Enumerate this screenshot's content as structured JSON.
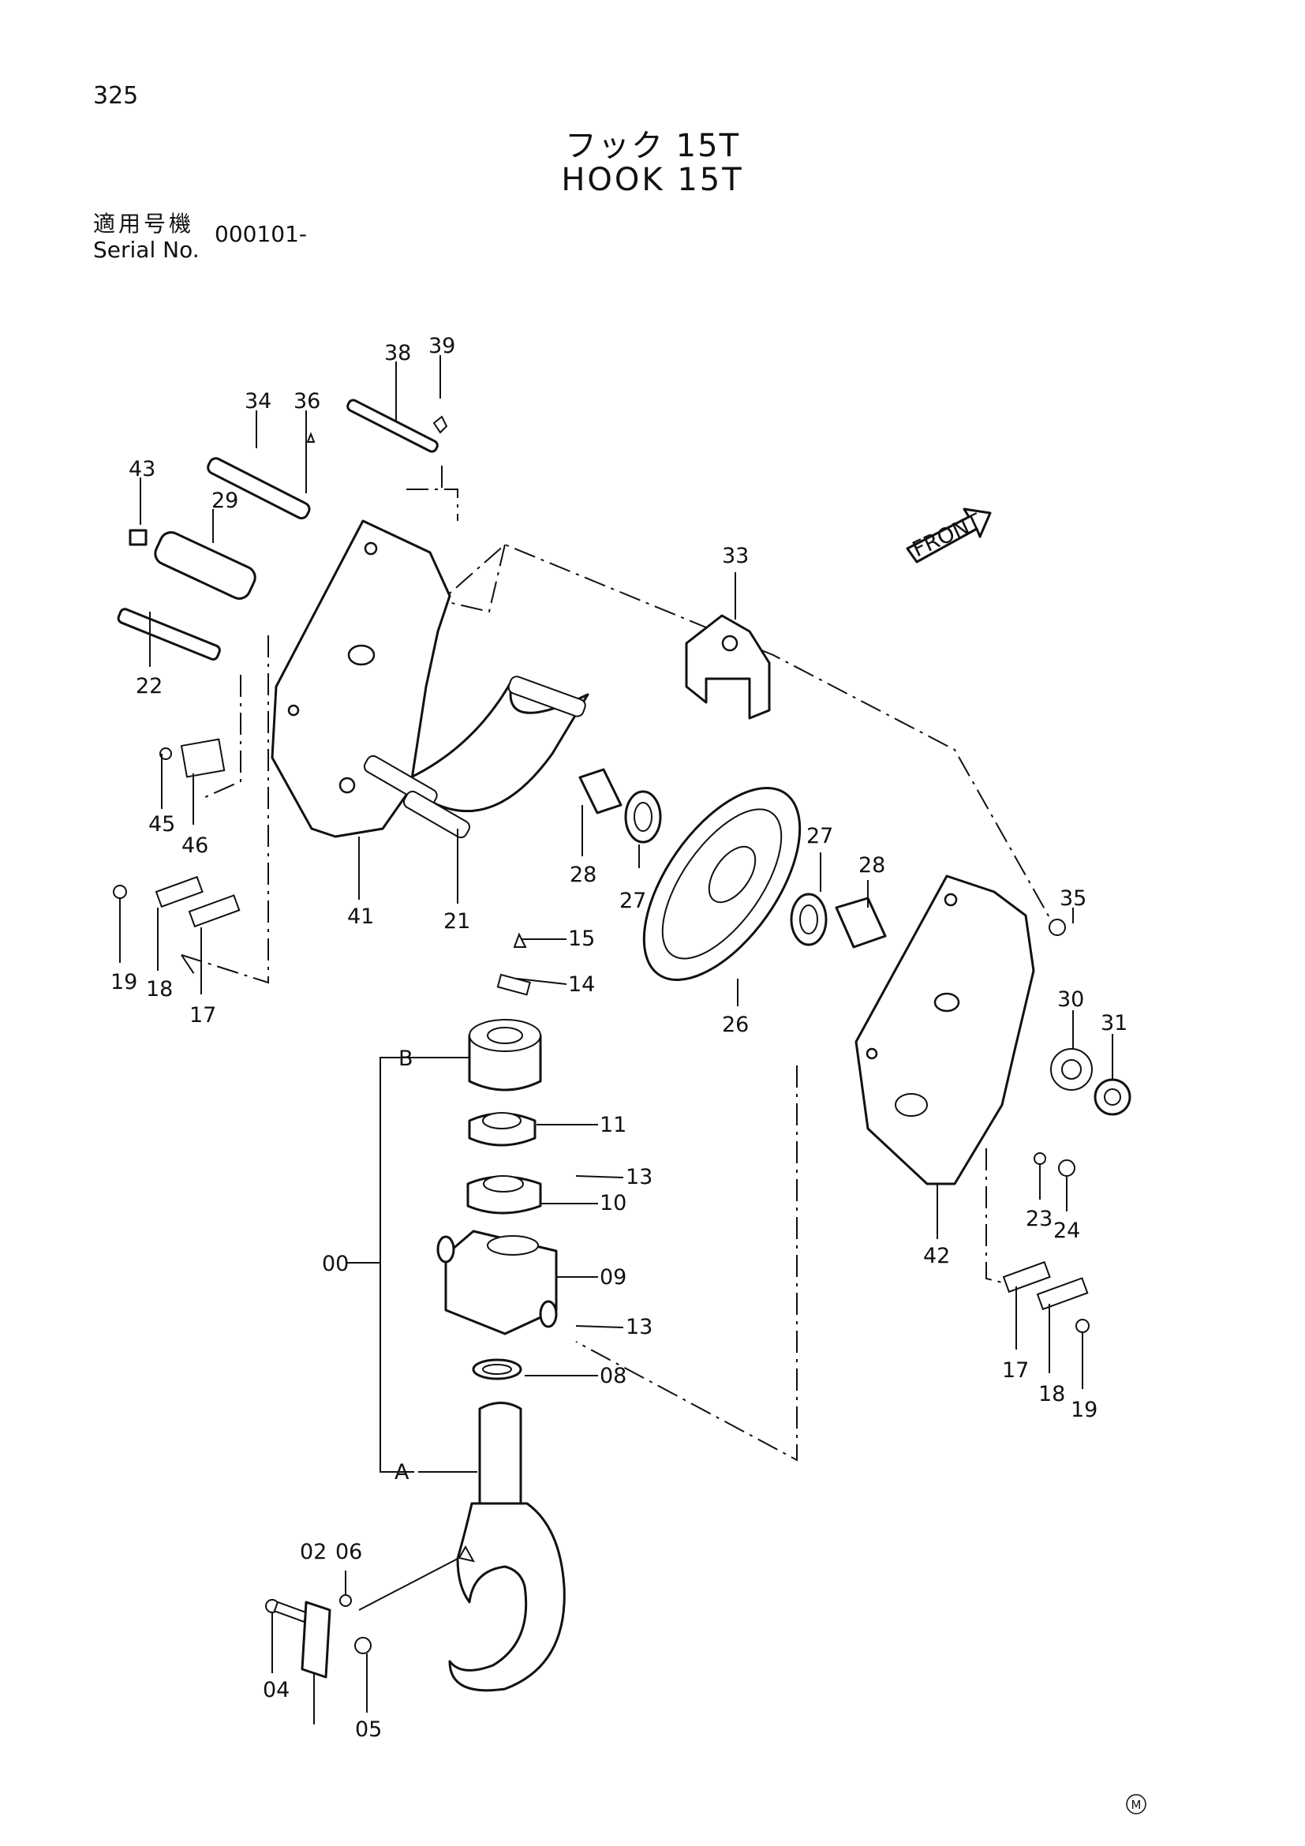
{
  "page": {
    "number": "325",
    "title_jp": "フック 15T",
    "title_en": "HOOK 15T",
    "serial_label_jp": "適用号機",
    "serial_label_en": "Serial No.",
    "serial_value": "000101-"
  },
  "orientation": {
    "label": "FRONT",
    "icon": "front-direction-arrow-icon"
  },
  "group_labels": {
    "assembly": "00",
    "sub_a": "A",
    "sub_b": "B"
  },
  "callouts": [
    "02",
    "04",
    "05",
    "06",
    "08",
    "09",
    "10",
    "11",
    "13",
    "13",
    "14",
    "15",
    "17",
    "17",
    "18",
    "18",
    "19",
    "19",
    "21",
    "22",
    "23",
    "24",
    "26",
    "27",
    "27",
    "28",
    "28",
    "29",
    "30",
    "31",
    "33",
    "34",
    "35",
    "36",
    "38",
    "39",
    "41",
    "42",
    "43",
    "45",
    "46"
  ],
  "maker_mark": "M"
}
